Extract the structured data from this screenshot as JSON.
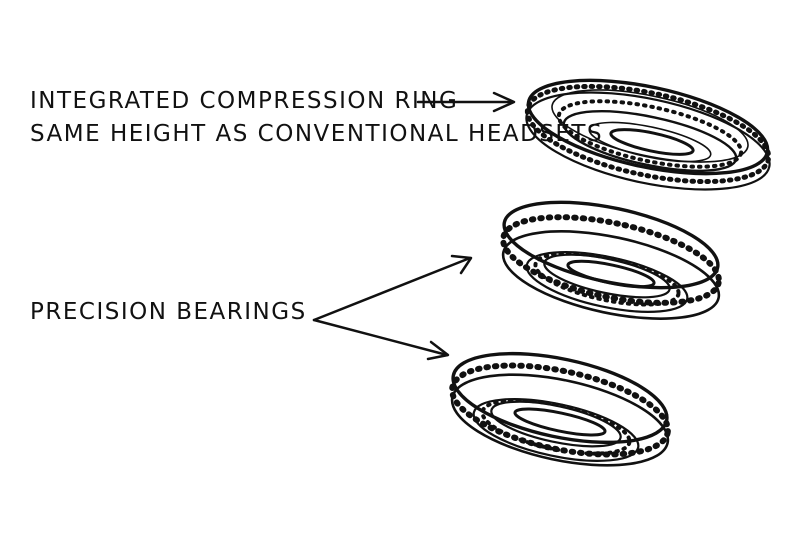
{
  "labels": {
    "compression_ring_line1": "INTEGRATED COMPRESSION RING",
    "compression_ring_line2": "SAME HEIGHT AS CONVENTIONAL HEADSETS",
    "precision_bearings": "PRECISION BEARINGS"
  },
  "colors": {
    "ink": "#111111",
    "background": "#ffffff"
  }
}
